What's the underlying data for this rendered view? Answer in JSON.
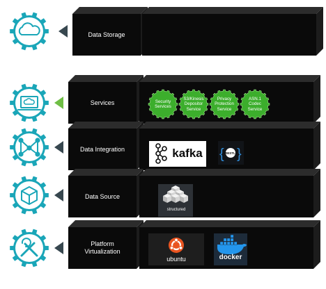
{
  "colors": {
    "gear": "#1aa6b8",
    "gear_inner": "#ffffff",
    "slab_front": "#0a0a0a",
    "slab_top": "#2c2c2c",
    "slab_side": "#1c1c1c",
    "arrow_default": "#37474f",
    "arrow_active": "#6fbe45",
    "service_badge": "#3cae2c",
    "service_badge_stroke": "#9fe08a"
  },
  "layers": [
    {
      "id": "data-storage",
      "label": "Data Storage",
      "icon": "cloud-icon",
      "active": false
    },
    {
      "id": "services",
      "label": "Services",
      "icon": "laptop-cloud-icon",
      "active": true
    },
    {
      "id": "data-integration",
      "label": "Data Integration",
      "icon": "integration-nodes-icon",
      "active": false
    },
    {
      "id": "data-source",
      "label": "Data Source",
      "icon": "cube-icon",
      "active": false
    },
    {
      "id": "platform-virtualization",
      "label": "Platform\nVirtualization",
      "icon": "tools-icon",
      "active": false
    }
  ],
  "services": [
    "Security\nServices",
    "S3/Kinesis\nDepositor\nService",
    "Privacy\nProtection\nService",
    "ASN.1\nCodec\nService"
  ],
  "tools": {
    "kafka": "kafka",
    "restli": "RESTLI",
    "structured": "structured",
    "ubuntu": "ubuntu",
    "docker": "docker"
  }
}
